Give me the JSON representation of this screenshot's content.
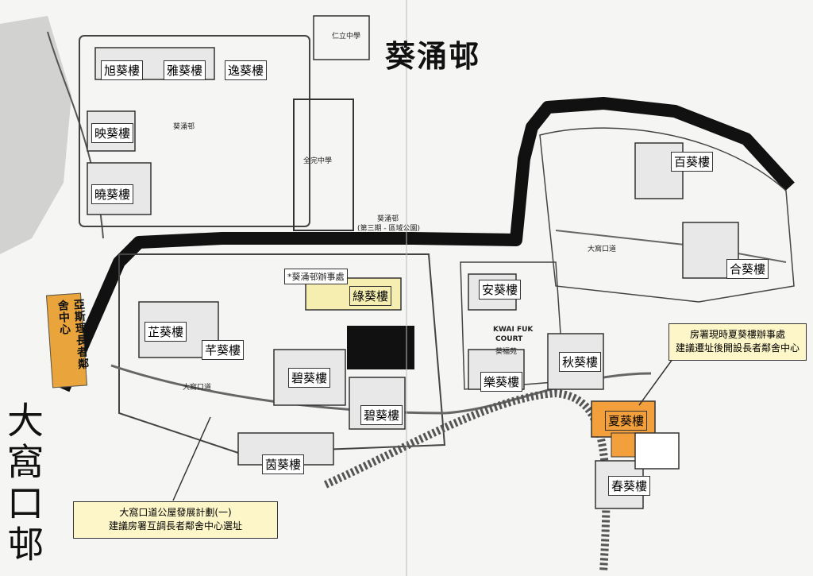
{
  "titles": {
    "estate_kwai_chung": "葵涌邨",
    "estate_tai_wo_hau": "大窩口邨"
  },
  "buildings": {
    "hsu_kwai": "旭葵樓",
    "nga_kwai": "雅葵樓",
    "yat_kwai": "逸葵樓",
    "ying_kwai": "映葵樓",
    "hiu_kwai": "曉葵樓",
    "pak_kwai": "百葵樓",
    "hop_kwai": "合葵樓",
    "luk_kwai": "綠葵樓",
    "on_kwai": "安葵樓",
    "chi_kwai": "芷葵樓",
    "kin_kwai": "芊葵樓",
    "chau_kwai": "秋葵樓",
    "bik_kwai": "碧葵樓",
    "lok_kwai": "樂葵樓",
    "ha_kwai": "夏葵樓",
    "yan_kwai": "茵葵樓",
    "chun_kwai": "春葵樓"
  },
  "map_labels": {
    "kwai_chung_estate_small": "葵涌邨",
    "office_marker": "*葵涌邨辦事處",
    "road_tai_wo_hau": "大窩口道",
    "road_tai_wo_hau_2": "大窩口道",
    "kwai_fuk_court_en_1": "KWAI FUK",
    "kwai_fuk_court_en_2": "COURT",
    "kwai_fuk_court_zh": "葵福苑",
    "phase3_line1": "葵涌邨",
    "phase3_line2": "(第三期 - 區域公園)",
    "chinese_middle_school": "全完中學",
    "yan_chai_primary": "仁立中學"
  },
  "callouts": {
    "elderly_centre_vertical": "亞斯理長者鄰舍中心",
    "ha_kwai_note_line1": "房署現時夏葵樓辦事處",
    "ha_kwai_note_line2": "建議遷址後開設長者鄰舍中心",
    "plan_note_line1": "大窩口道公屋發展計劃(一)",
    "plan_note_line2": "建議房署互調長者鄰舍中心選址"
  },
  "colors": {
    "highlight_yellow": "#f6edb0",
    "highlight_orange": "#f3a03c",
    "note_yellow": "#fdf6c9",
    "callout_orange": "#e9a43b",
    "nullah_black": "#111111"
  }
}
